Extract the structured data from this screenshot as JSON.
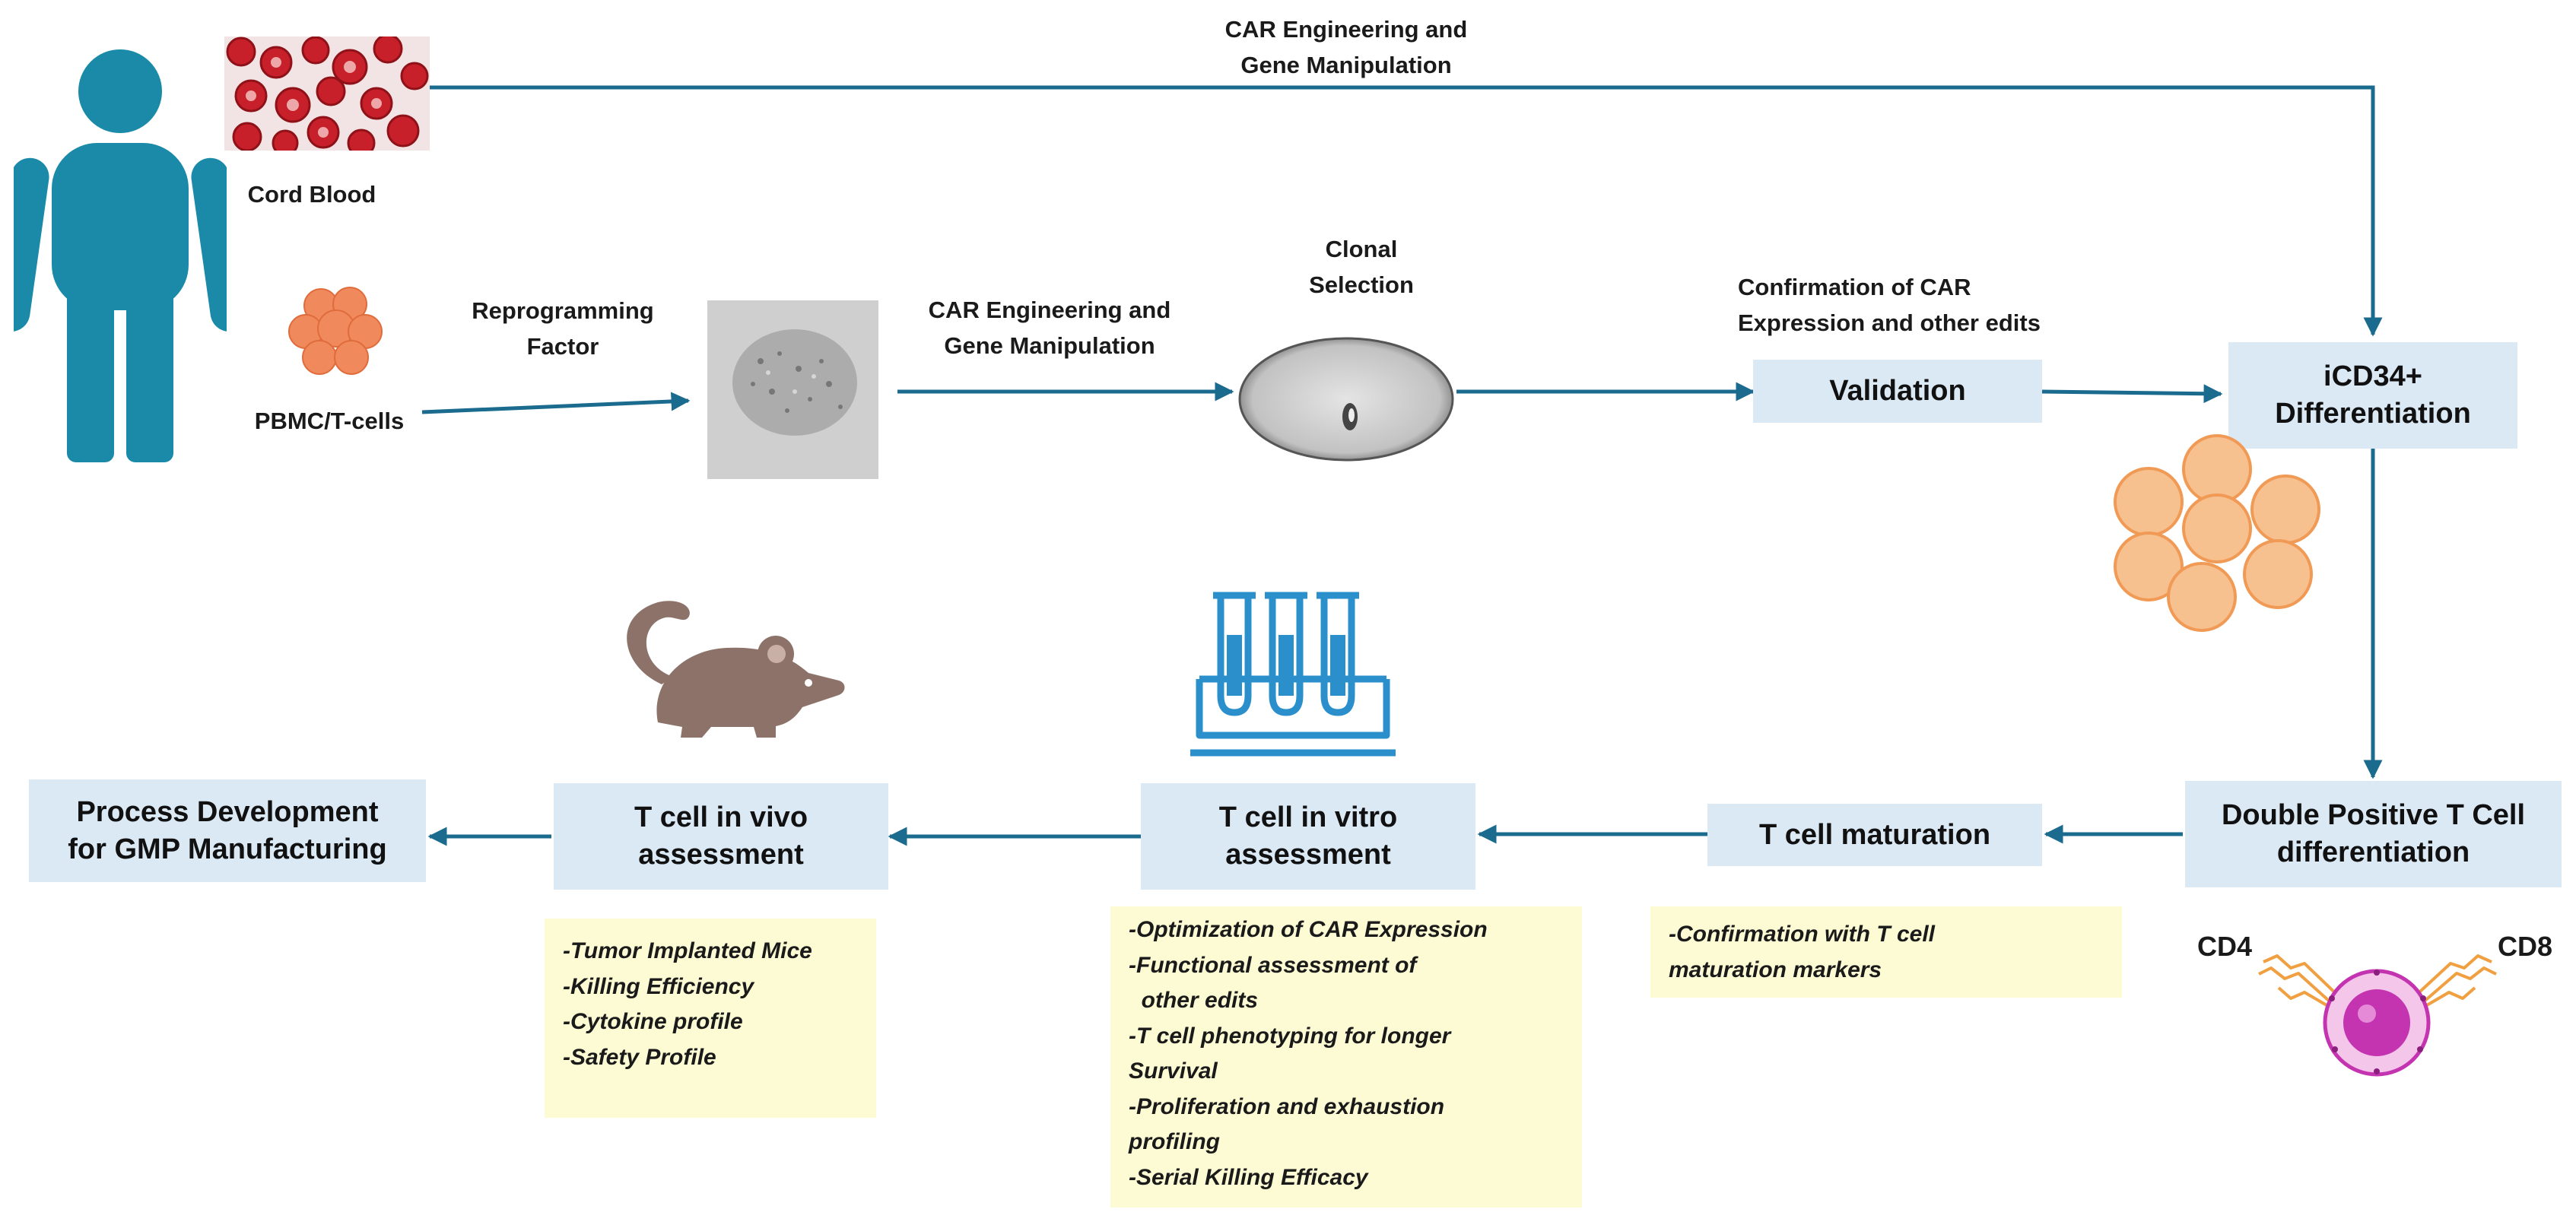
{
  "source": {
    "cord_blood": "Cord Blood",
    "pbmc": "PBMC/T-cells"
  },
  "arrows": {
    "top_car": [
      "CAR Engineering and",
      "Gene Manipulation"
    ],
    "reprogramming": [
      "Reprogramming",
      "Factor"
    ],
    "middle_car": [
      "CAR Engineering and",
      "Gene Manipulation"
    ],
    "clonal": [
      "Clonal",
      "Selection"
    ],
    "confirmation": [
      "Confirmation of CAR",
      "Expression and other edits"
    ]
  },
  "boxes": {
    "validation": "Validation",
    "icd34": [
      "iCD34+",
      "Differentiation"
    ],
    "double_positive": [
      "Double Positive T Cell",
      "differentiation"
    ],
    "maturation": "T cell maturation",
    "in_vitro": [
      "T cell in vitro",
      "assessment"
    ],
    "in_vivo": [
      "T cell in vivo",
      "assessment"
    ],
    "process": [
      "Process Development",
      "for GMP Manufacturing"
    ]
  },
  "notes": {
    "in_vivo": [
      "-Tumor Implanted Mice",
      "-Killing Efficiency",
      "-Cytokine profile",
      "-Safety Profile"
    ],
    "in_vitro": [
      "-Optimization of CAR Expression",
      "-Functional assessment of",
      "  other edits",
      "-T cell phenotyping for longer",
      "Survival",
      "-Proliferation and exhaustion",
      "profiling",
      "-Serial Killing Efficacy"
    ],
    "maturation": [
      "-Confirmation with T cell",
      "maturation markers"
    ]
  },
  "markers": {
    "cd4": "CD4",
    "cd8": "CD8"
  },
  "colors": {
    "arrow": "#1b6b8f",
    "box_fill": "#dbe9f5",
    "note_fill": "#fdfbd4",
    "person": "#1a8aa8",
    "mouse": "#8c7268",
    "tubes": "#2b8fcc",
    "blood": "#c8202a",
    "pbmc": "#f08a5d",
    "cells": "#f7c08f",
    "dp_cell": "#c433b0",
    "receptor": "#f0a040"
  },
  "icons": [
    "person-icon",
    "cord-blood-image",
    "pbmc-cluster-icon",
    "ips-colony-image",
    "clonal-well-image",
    "cell-cluster-icon",
    "mouse-icon",
    "test-tubes-icon",
    "double-positive-cell-icon"
  ]
}
